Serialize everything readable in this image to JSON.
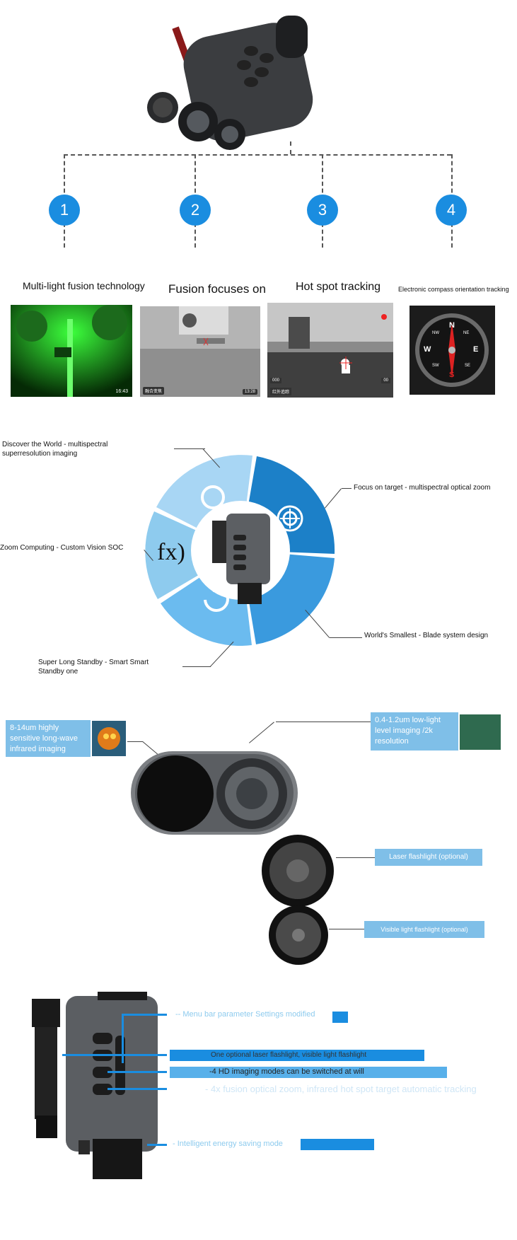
{
  "section1": {
    "features": [
      {
        "number": "1",
        "title": "Multi-light fusion technology"
      },
      {
        "number": "2",
        "title": "Fusion focuses on"
      },
      {
        "number": "3",
        "title": "Hot spot tracking"
      },
      {
        "number": "4",
        "title": "Electronic compass orientation tracking"
      }
    ],
    "photo_overlays": {
      "night_time": "16:43",
      "thermal1_mode": "融合变焦",
      "thermal1_time": "13:28",
      "thermal2_mode": "红外追踪",
      "thermal2_left": "000",
      "thermal2_right": "00",
      "compass_letters": [
        "N",
        "E",
        "S",
        "W",
        "NE",
        "NW",
        "SE",
        "SW"
      ]
    }
  },
  "section2": {
    "labels": {
      "discover": "Discover the World - multispectral superresolution imaging",
      "focus": "Focus on target - multispectral optical zoom",
      "zoom": "Zoom Computing - Custom Vision SOC",
      "smallest": "World's Smallest - Blade system design",
      "standby": "Super Long Standby - Smart Smart Standby one"
    },
    "center_glyph": "fx)"
  },
  "section3": {
    "thermal_box": "8-14um highly sensitive long-wave infrared imaging",
    "lowlight_box": "0.4-1.2um low-light level imaging /2k resolution",
    "laser": "Laser flashlight (optional)",
    "visible": "Visible light flashlight (optional)"
  },
  "section4": {
    "items": [
      "-- Menu bar parameter Settings modified",
      "One optional laser flashlight, visible light flashlight",
      "-4 HD imaging modes can be switched at will",
      "- 4x fusion optical zoom, infrared hot spot target automatic tracking",
      "- Intelligent energy saving mode"
    ]
  },
  "colors": {
    "accent": "#1a8de0",
    "light_blue": "#8ecbee",
    "dark": "#333333"
  }
}
